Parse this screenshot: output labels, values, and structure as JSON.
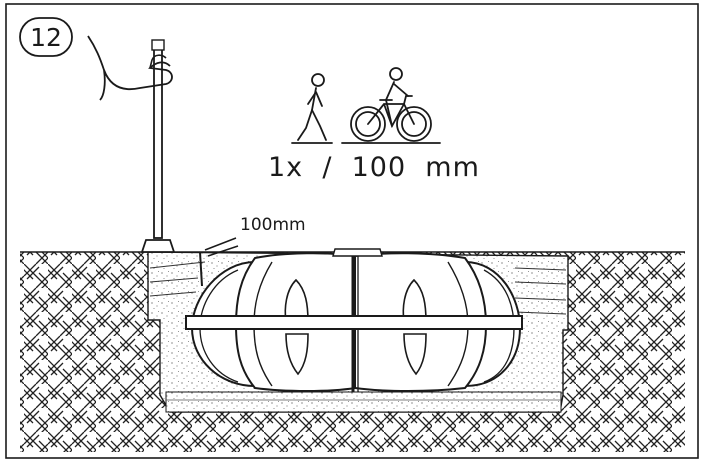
{
  "step_number": "12",
  "compaction_label": "1x  /  100  mm",
  "layer_depth_label": "100mm",
  "icons": [
    "walking-person-icon",
    "cyclist-icon",
    "hand-with-tamper-icon"
  ],
  "colors": {
    "ink": "#1a1a1a",
    "paper": "#ffffff"
  }
}
